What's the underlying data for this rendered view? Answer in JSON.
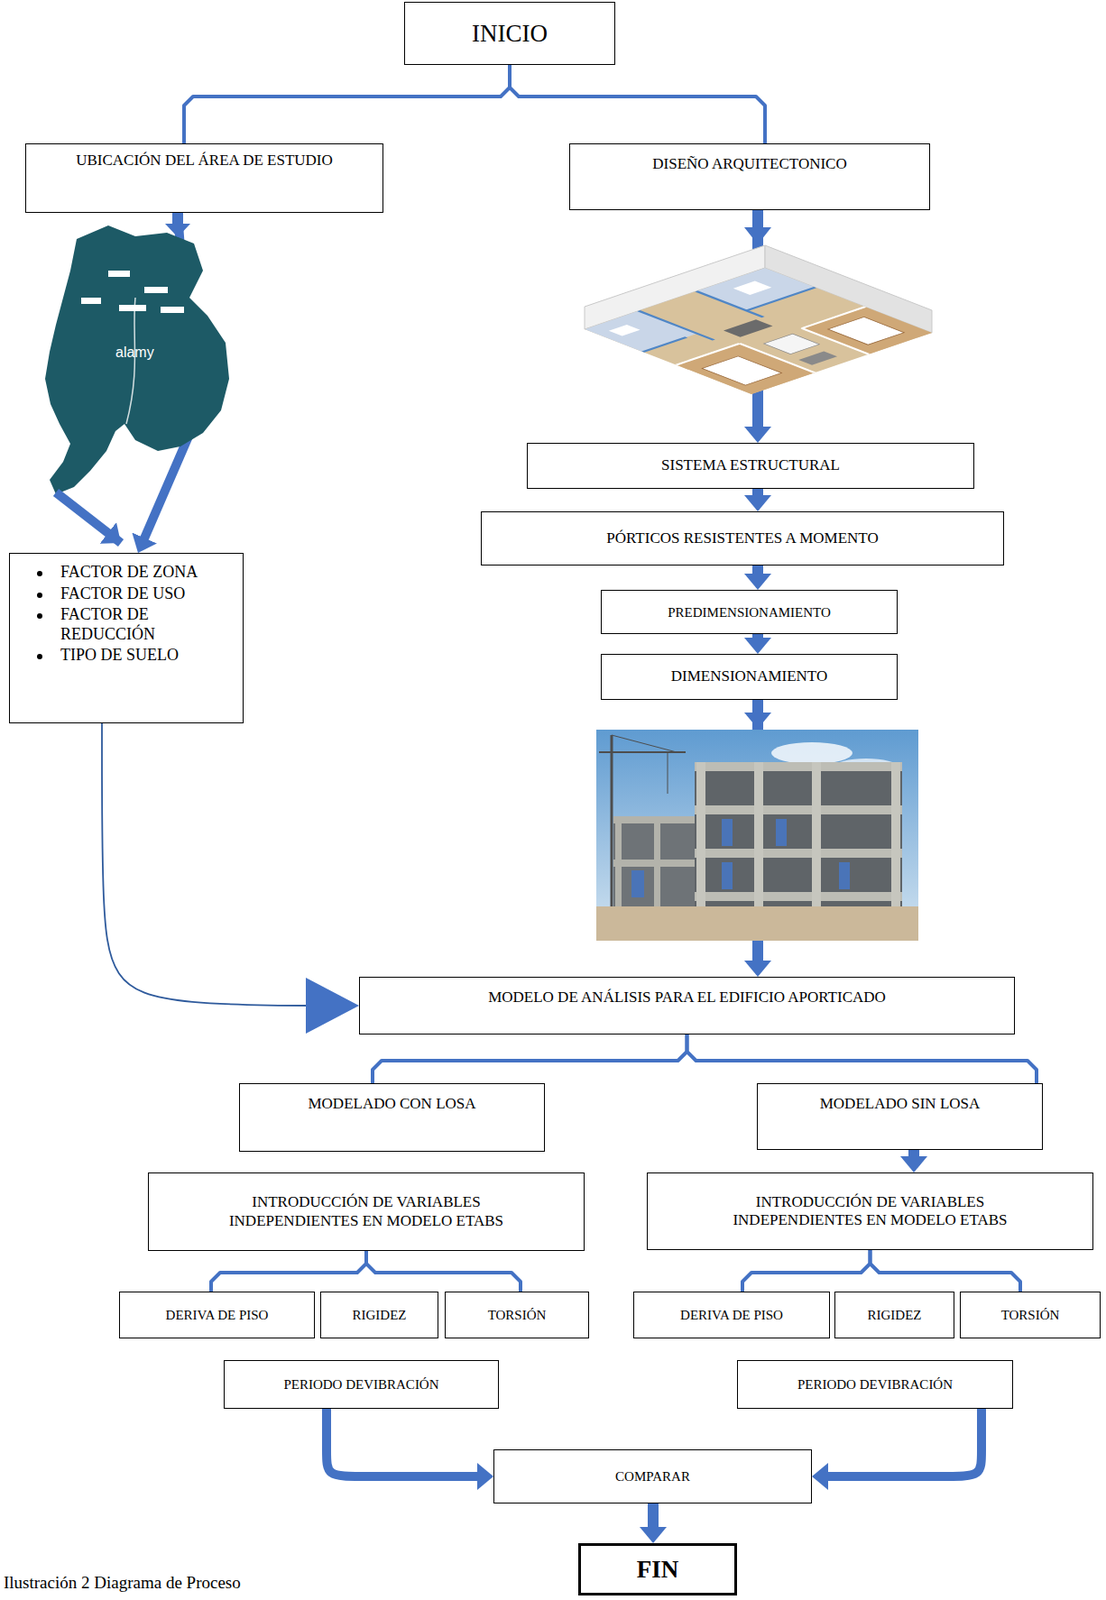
{
  "diagram": {
    "caption": "Ilustración 2 Diagrama de Proceso",
    "nodes": [
      {
        "text": [
          "INICIO"
        ]
      },
      {
        "text": [
          "UBICACIÓN DEL ÁREA DE ESTUDIO"
        ]
      },
      {
        "text": [
          "DISEÑO ARQUITECTONICO"
        ]
      },
      {
        "text": [
          "FACTOR DE ZONA",
          "FACTOR DE USO",
          "FACTOR DE REDUCCIÓN",
          "TIPO DE SUELO"
        ]
      },
      {
        "text": [
          "SISTEMA ESTRUCTURAL"
        ]
      },
      {
        "text": [
          "PÓRTICOS RESISTENTES A MOMENTO"
        ]
      },
      {
        "text": [
          "PREDIMENSIONAMIENTO"
        ]
      },
      {
        "text": [
          "DIMENSIONAMIENTO"
        ]
      },
      {
        "text": [
          "MODELO DE ANÁLISIS PARA EL EDIFICIO APORTICADO"
        ]
      },
      {
        "text": [
          "MODELADO CON LOSA"
        ]
      },
      {
        "text": [
          "MODELADO SIN LOSA"
        ]
      },
      {
        "text": [
          "INTRODUCCIÓN DE VARIABLES INDEPENDIENTES EN MODELO ETABS"
        ]
      },
      {
        "text": [
          "INTRODUCCIÓN DE VARIABLES INDEPENDIENTES EN MODELO ETABS"
        ]
      },
      {
        "text": [
          "DERIVA DE PISO"
        ]
      },
      {
        "text": [
          "RIGIDEZ"
        ]
      },
      {
        "text": [
          "TORSIÓN"
        ]
      },
      {
        "text": [
          "DERIVA DE PISO"
        ]
      },
      {
        "text": [
          "RIGIDEZ"
        ]
      },
      {
        "text": [
          "TORSIÓN"
        ]
      },
      {
        "text": [
          "PERIODO DEVIBRACIÓN"
        ]
      },
      {
        "text": [
          "PERIODO DEVIBRACIÓN"
        ]
      },
      {
        "text": [
          "COMPARAR"
        ]
      },
      {
        "text": [
          "FIN"
        ]
      }
    ],
    "edges": [
      {
        "from": 0,
        "to": 1,
        "arrow": "none"
      },
      {
        "from": 0,
        "to": 2,
        "arrow": "none"
      },
      {
        "from": 1,
        "to": 3,
        "arrow": "to"
      },
      {
        "from": 2,
        "to": 4,
        "arrow": "to"
      },
      {
        "from": 4,
        "to": 5,
        "arrow": "to"
      },
      {
        "from": 5,
        "to": 6,
        "arrow": "to"
      },
      {
        "from": 6,
        "to": 7,
        "arrow": "to"
      },
      {
        "from": 7,
        "to": 8,
        "arrow": "to"
      },
      {
        "from": 3,
        "to": 8,
        "arrow": "to"
      },
      {
        "from": 8,
        "to": 9,
        "arrow": "none"
      },
      {
        "from": 8,
        "to": 10,
        "arrow": "none"
      },
      {
        "from": 10,
        "to": 12,
        "arrow": "to"
      },
      {
        "from": 11,
        "to": 13,
        "arrow": "none"
      },
      {
        "from": 11,
        "to": 15,
        "arrow": "none"
      },
      {
        "from": 12,
        "to": 16,
        "arrow": "none"
      },
      {
        "from": 12,
        "to": 18,
        "arrow": "none"
      },
      {
        "from": 19,
        "to": 21,
        "arrow": "to"
      },
      {
        "from": 20,
        "to": 21,
        "arrow": "to"
      },
      {
        "from": 21,
        "to": 22,
        "arrow": "to"
      }
    ],
    "labels": [
      "alamy"
    ]
  }
}
